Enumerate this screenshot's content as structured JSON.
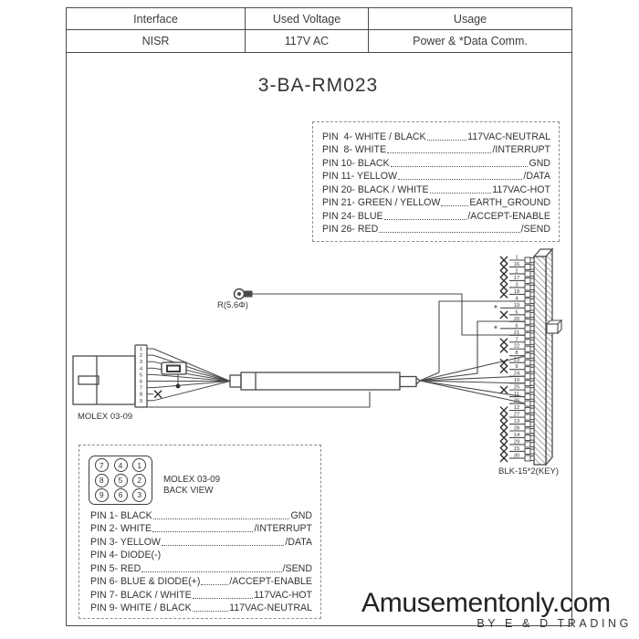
{
  "table": {
    "headers": [
      "Interface",
      "Used Voltage",
      "Usage"
    ],
    "row": [
      "NISR",
      "117V AC",
      "Power & *Data Comm."
    ]
  },
  "title": "3-BA-RM023",
  "upper_pin_list": [
    {
      "left": "PIN  4- WHITE / BLACK",
      "right": "117VAC-NEUTRAL"
    },
    {
      "left": "PIN  8- WHITE",
      "right": "/INTERRUPT"
    },
    {
      "left": "PIN 10- BLACK",
      "right": "GND"
    },
    {
      "left": "PIN 11- YELLOW",
      "right": "/DATA"
    },
    {
      "left": "PIN 20- BLACK / WHITE",
      "right": "117VAC-HOT"
    },
    {
      "left": "PIN 21- GREEN / YELLOW",
      "right": "EARTH_GROUND"
    },
    {
      "left": "PIN 24- BLUE",
      "right": "/ACCEPT-ENABLE"
    },
    {
      "left": "PIN 26- RED",
      "right": "/SEND"
    }
  ],
  "diagram": {
    "ring_label": "R(5.6Φ)",
    "left_connector_label": "MOLEX 03-09",
    "right_connector_label": "BLK-15*2(KEY)",
    "left_pins": [
      {
        "n": "1",
        "state": "wire"
      },
      {
        "n": "2",
        "state": "wire"
      },
      {
        "n": "3",
        "state": "wire"
      },
      {
        "n": "4",
        "state": "wire"
      },
      {
        "n": "5",
        "state": "wire"
      },
      {
        "n": "6",
        "state": "wire"
      },
      {
        "n": "7",
        "state": "wire"
      },
      {
        "n": "8",
        "state": "x"
      },
      {
        "n": "9",
        "state": "wire"
      }
    ],
    "right_pins": [
      {
        "n": "1",
        "state": "x"
      },
      {
        "n": "16",
        "state": "x"
      },
      {
        "n": "2",
        "state": "x"
      },
      {
        "n": "17",
        "state": "x"
      },
      {
        "n": "3",
        "state": "x"
      },
      {
        "n": "18",
        "state": "x"
      },
      {
        "n": "4",
        "state": "wire"
      },
      {
        "n": "19",
        "state": "star"
      },
      {
        "n": "5",
        "state": "x"
      },
      {
        "n": "20",
        "state": "wire"
      },
      {
        "n": "6",
        "state": "star"
      },
      {
        "n": "21",
        "state": "wire"
      },
      {
        "n": "7",
        "state": "x"
      },
      {
        "n": "22",
        "state": "x"
      },
      {
        "n": "8",
        "state": "wire"
      },
      {
        "n": "23",
        "state": "x"
      },
      {
        "n": "9",
        "state": "x"
      },
      {
        "n": "24",
        "state": "wire"
      },
      {
        "n": "10",
        "state": "wire"
      },
      {
        "n": "25",
        "state": "x"
      },
      {
        "n": "11",
        "state": "wire"
      },
      {
        "n": "26",
        "state": "wire"
      },
      {
        "n": "12",
        "state": "x"
      },
      {
        "n": "27",
        "state": "x"
      },
      {
        "n": "13",
        "state": "x"
      },
      {
        "n": "28",
        "state": "x"
      },
      {
        "n": "14",
        "state": "x"
      },
      {
        "n": "29",
        "state": "x"
      },
      {
        "n": "15",
        "state": "x"
      },
      {
        "n": "30",
        "state": "x"
      }
    ]
  },
  "back_view": {
    "rows": [
      [
        "7",
        "4",
        "1"
      ],
      [
        "8",
        "5",
        "2"
      ],
      [
        "9",
        "6",
        "3"
      ]
    ],
    "label_line1": "MOLEX 03-09",
    "label_line2": "BACK VIEW"
  },
  "lower_pin_list": [
    {
      "left": "PIN 1- BLACK",
      "right": "GND"
    },
    {
      "left": "PIN 2- WHITE",
      "right": "/INTERRUPT"
    },
    {
      "left": "PIN 3- YELLOW",
      "right": "/DATA"
    },
    {
      "left": "PIN 4- DIODE(-)",
      "right": ""
    },
    {
      "left": "PIN 5- RED",
      "right": "/SEND"
    },
    {
      "left": "PIN 6- BLUE & DIODE(+)",
      "right": "/ACCEPT-ENABLE"
    },
    {
      "left": "PIN 7- BLACK / WHITE",
      "right": "117VAC-HOT"
    },
    {
      "left": "PIN 9- WHITE / BLACK",
      "right": "117VAC-NEUTRAL"
    }
  ],
  "footer": {
    "wordmark": "Amusementonly.com",
    "byline": "BY E & D TRADING"
  }
}
